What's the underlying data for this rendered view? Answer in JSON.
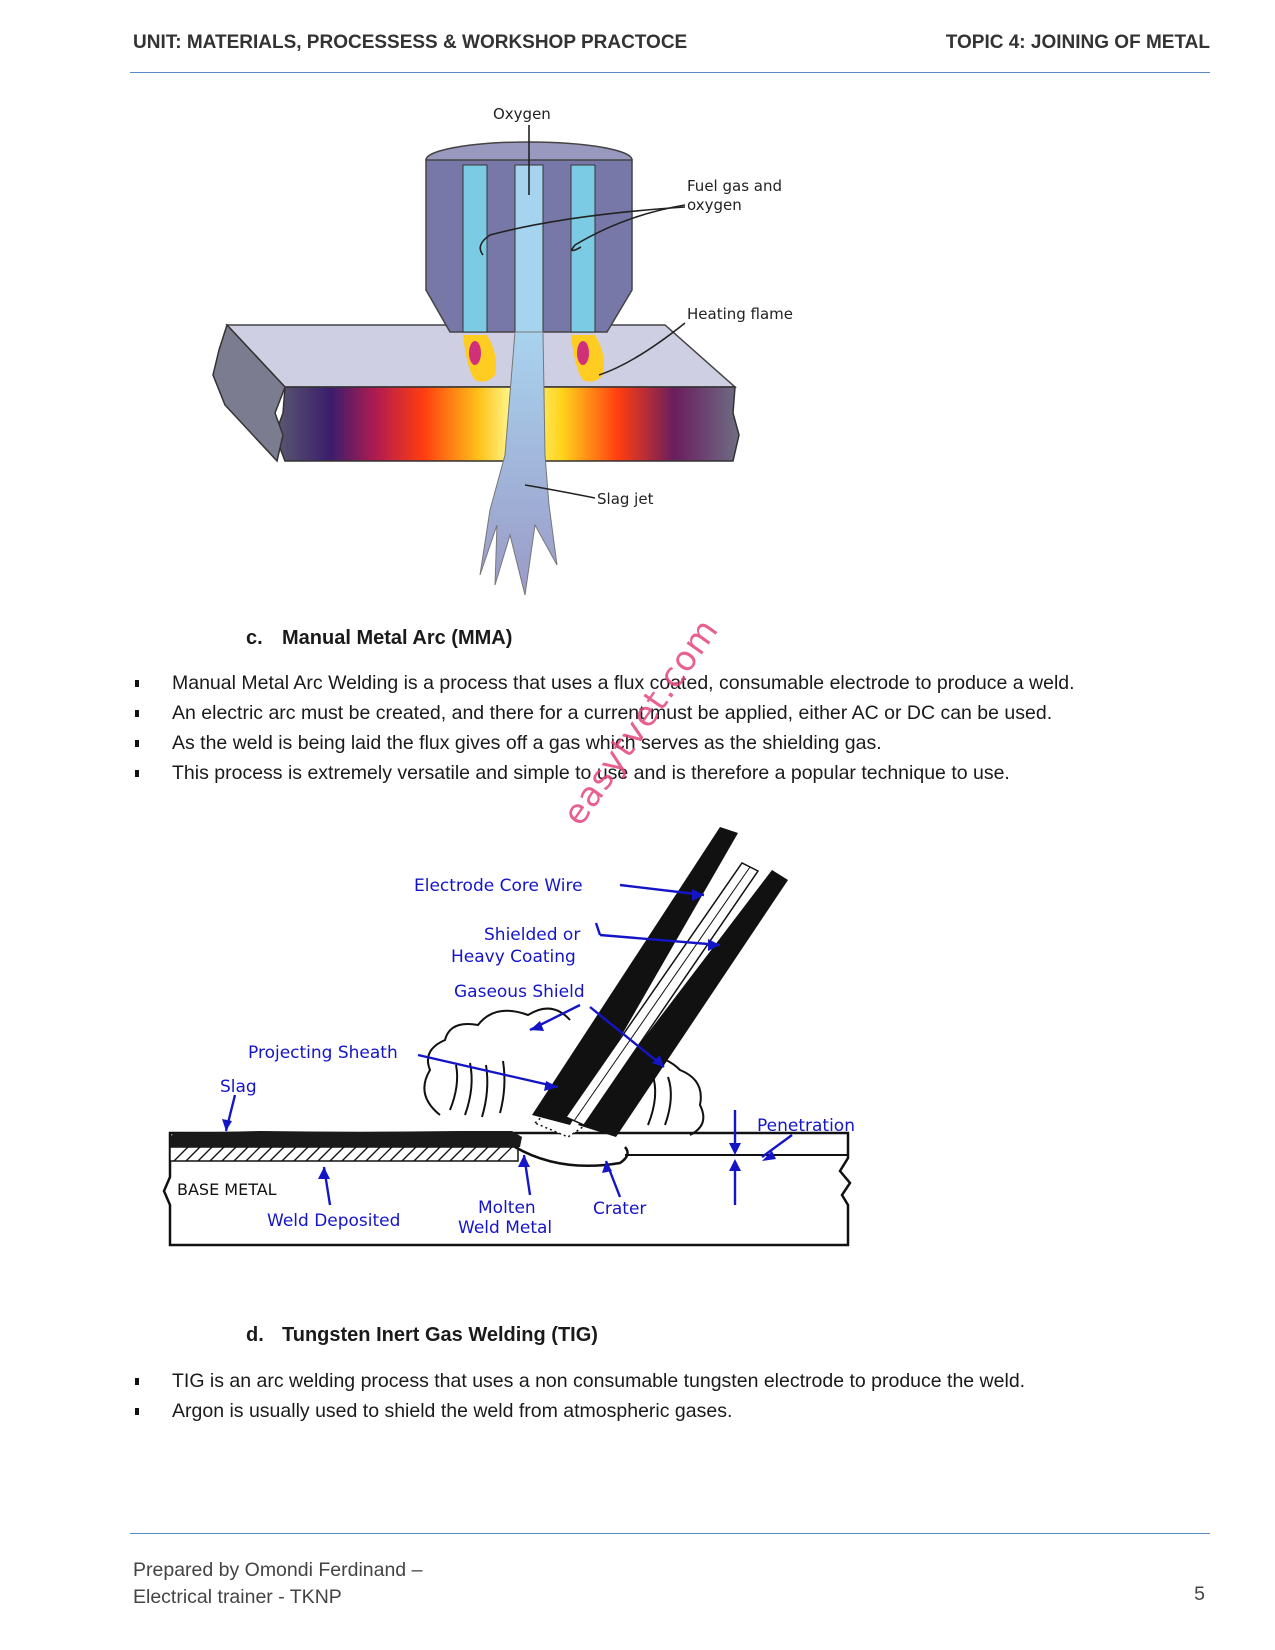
{
  "header": {
    "unit": "UNIT: MATERIALS, PROCESSESS & WORKSHOP PRACTOCE",
    "topic": "TOPIC 4: JOINING OF METAL"
  },
  "figure1": {
    "labels": {
      "oxygen": "Oxygen",
      "fuel_line1": "Fuel gas and",
      "fuel_line2": "oxygen",
      "heating_flame": "Heating flame",
      "slag_jet": "Slag jet"
    }
  },
  "section_c": {
    "letter": "c.",
    "title": "Manual Metal Arc (MMA)",
    "bullets": [
      "Manual Metal Arc Welding is a process that uses a flux coated, consumable electrode to produce a weld.",
      "An electric arc must be created, and there for a current must be applied, either AC or DC can be used.",
      "As the weld is being laid the flux gives off a gas which serves as the shielding gas.",
      "This process is extremely versatile and simple to use and is therefore a popular technique to use."
    ]
  },
  "watermark": "easytvet.com",
  "figure2": {
    "labels": {
      "core_wire": "Electrode Core Wire",
      "shielded_1": "Shielded or",
      "shielded_2": "Heavy Coating",
      "gaseous": "Gaseous Shield",
      "sheath": "Projecting Sheath",
      "slag": "Slag",
      "penetration": "Penetration",
      "base_metal": "BASE METAL",
      "weld_deposited": "Weld Deposited",
      "molten_1": "Molten",
      "molten_2": "Weld Metal",
      "crater": "Crater"
    }
  },
  "section_d": {
    "letter": "d.",
    "title": "Tungsten Inert Gas Welding (TIG)",
    "bullets": [
      "TIG is an arc welding process that uses a non consumable tungsten electrode to produce the weld.",
      "Argon is usually used to shield the weld from atmospheric gases."
    ]
  },
  "footer": {
    "line1": "Prepared by Omondi Ferdinand –",
    "line2": "Electrical trainer - TKNP",
    "page": "5"
  }
}
